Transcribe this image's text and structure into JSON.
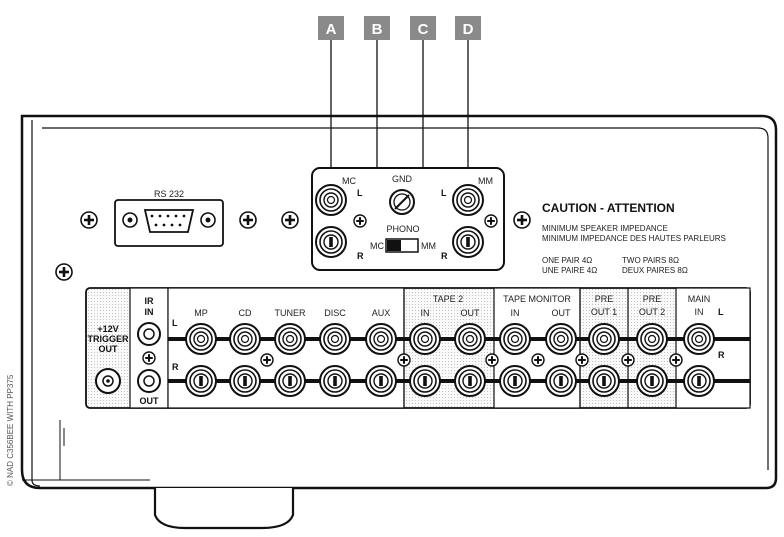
{
  "callouts": [
    "A",
    "B",
    "C",
    "D"
  ],
  "rs232": "RS 232",
  "phono": {
    "mc": "MC",
    "mm": "MM",
    "gnd": "GND",
    "phono": "PHONO",
    "l": "L",
    "r": "R",
    "switch_mc": "MC",
    "switch_mm": "MM"
  },
  "caution": {
    "title": "CAUTION - ATTENTION",
    "line1": "MINIMUM SPEAKER IMPEDANCE",
    "line2": "MINIMUM IMPEDANCE DES HAUTES PARLEURS",
    "one_pair": "ONE PAIR  4Ω",
    "une_paire": "UNE PAIRE  4Ω",
    "two_pairs": "TWO PAIRS  8Ω",
    "deux_paires": "DEUX PAIRES  8Ω"
  },
  "trigger": {
    "line1": "+12V",
    "line2": "TRIGGER",
    "line3": "OUT"
  },
  "ir": {
    "ir": "IR",
    "in": "IN",
    "out": "OUT"
  },
  "inputs": [
    "MP",
    "CD",
    "TUNER",
    "DISC",
    "AUX"
  ],
  "row_l": "L",
  "row_r": "R",
  "tape2": {
    "title": "TAPE  2",
    "in": "IN",
    "out": "OUT"
  },
  "tape_monitor": {
    "title": "TAPE  MONITOR",
    "in": "IN",
    "out": "OUT"
  },
  "pre_out1": {
    "pre": "PRE",
    "out": "OUT  1"
  },
  "pre_out2": {
    "pre": "PRE",
    "out": "OUT  2"
  },
  "main_in": {
    "main": "MAIN",
    "in": "IN",
    "l": "L",
    "r": "R"
  },
  "copyright": "© NAD C356BEE WITH PP375"
}
